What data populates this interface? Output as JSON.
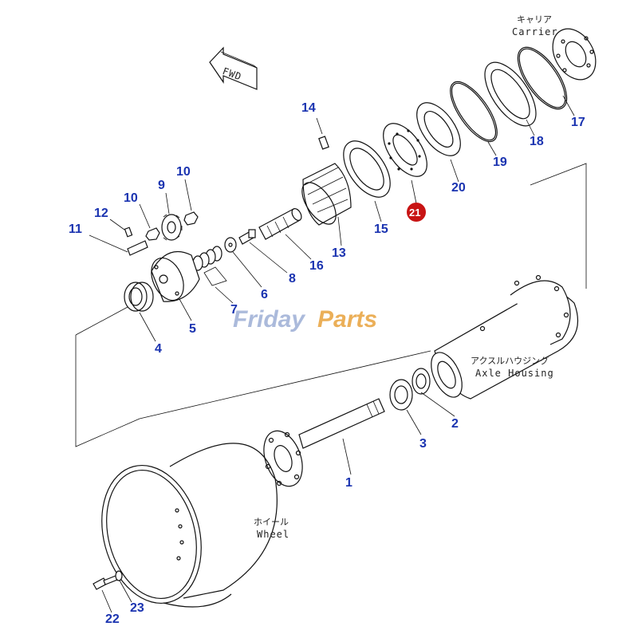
{
  "diagram": {
    "fwd_label": "FWD",
    "carrier_jp": "キャリア",
    "carrier_en": "Carrier",
    "axle_jp": "アクスルハウジング",
    "axle_en": "Axle Housing",
    "wheel_jp": "ホイール",
    "wheel_en": "Wheel",
    "watermark_part1": "Friday",
    "watermark_part2": "Parts",
    "highlight_color": "#c81414",
    "label_color": "#1a33b0",
    "highlighted_part": "21",
    "parts": [
      {
        "num": "1"
      },
      {
        "num": "2"
      },
      {
        "num": "3"
      },
      {
        "num": "4"
      },
      {
        "num": "5"
      },
      {
        "num": "6"
      },
      {
        "num": "7"
      },
      {
        "num": "8"
      },
      {
        "num": "9"
      },
      {
        "num": "10"
      },
      {
        "num": "10"
      },
      {
        "num": "11"
      },
      {
        "num": "12"
      },
      {
        "num": "13"
      },
      {
        "num": "14"
      },
      {
        "num": "15"
      },
      {
        "num": "16"
      },
      {
        "num": "17"
      },
      {
        "num": "18"
      },
      {
        "num": "19"
      },
      {
        "num": "20"
      },
      {
        "num": "21"
      },
      {
        "num": "22"
      },
      {
        "num": "23"
      }
    ]
  }
}
